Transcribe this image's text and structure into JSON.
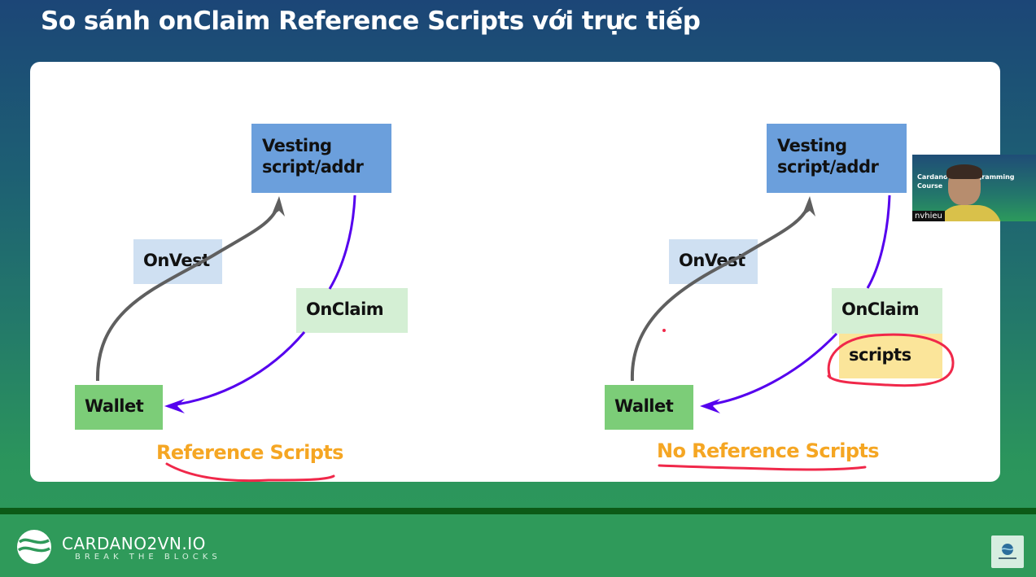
{
  "slide": {
    "title": "So sánh onClaim Reference Scripts với trực tiếp"
  },
  "diagrams": [
    {
      "name": "reference-scripts",
      "vesting_line1": "Vesting",
      "vesting_line2": "script/addr",
      "onvest": "OnVest",
      "onclaim": "OnClaim",
      "wallet": "Wallet",
      "caption": "Reference Scripts"
    },
    {
      "name": "no-reference-scripts",
      "vesting_line1": "Vesting",
      "vesting_line2": "script/addr",
      "onvest": "OnVest",
      "onclaim": "OnClaim",
      "scripts": "scripts",
      "wallet": "Wallet",
      "caption": "No Reference Scripts"
    }
  ],
  "webcam": {
    "participant_name": "nvhieu",
    "shared_screen_title": "Cardano B... Programming Course"
  },
  "footer": {
    "brand_name": "CARDANO2VN.IO",
    "tagline": "BREAK THE BLOCKS"
  },
  "colors": {
    "onvest_arrow": "#5f5f5f",
    "onclaim_arrow": "#5500ee",
    "annotation": "#f0284a",
    "caption": "#f5a623"
  }
}
